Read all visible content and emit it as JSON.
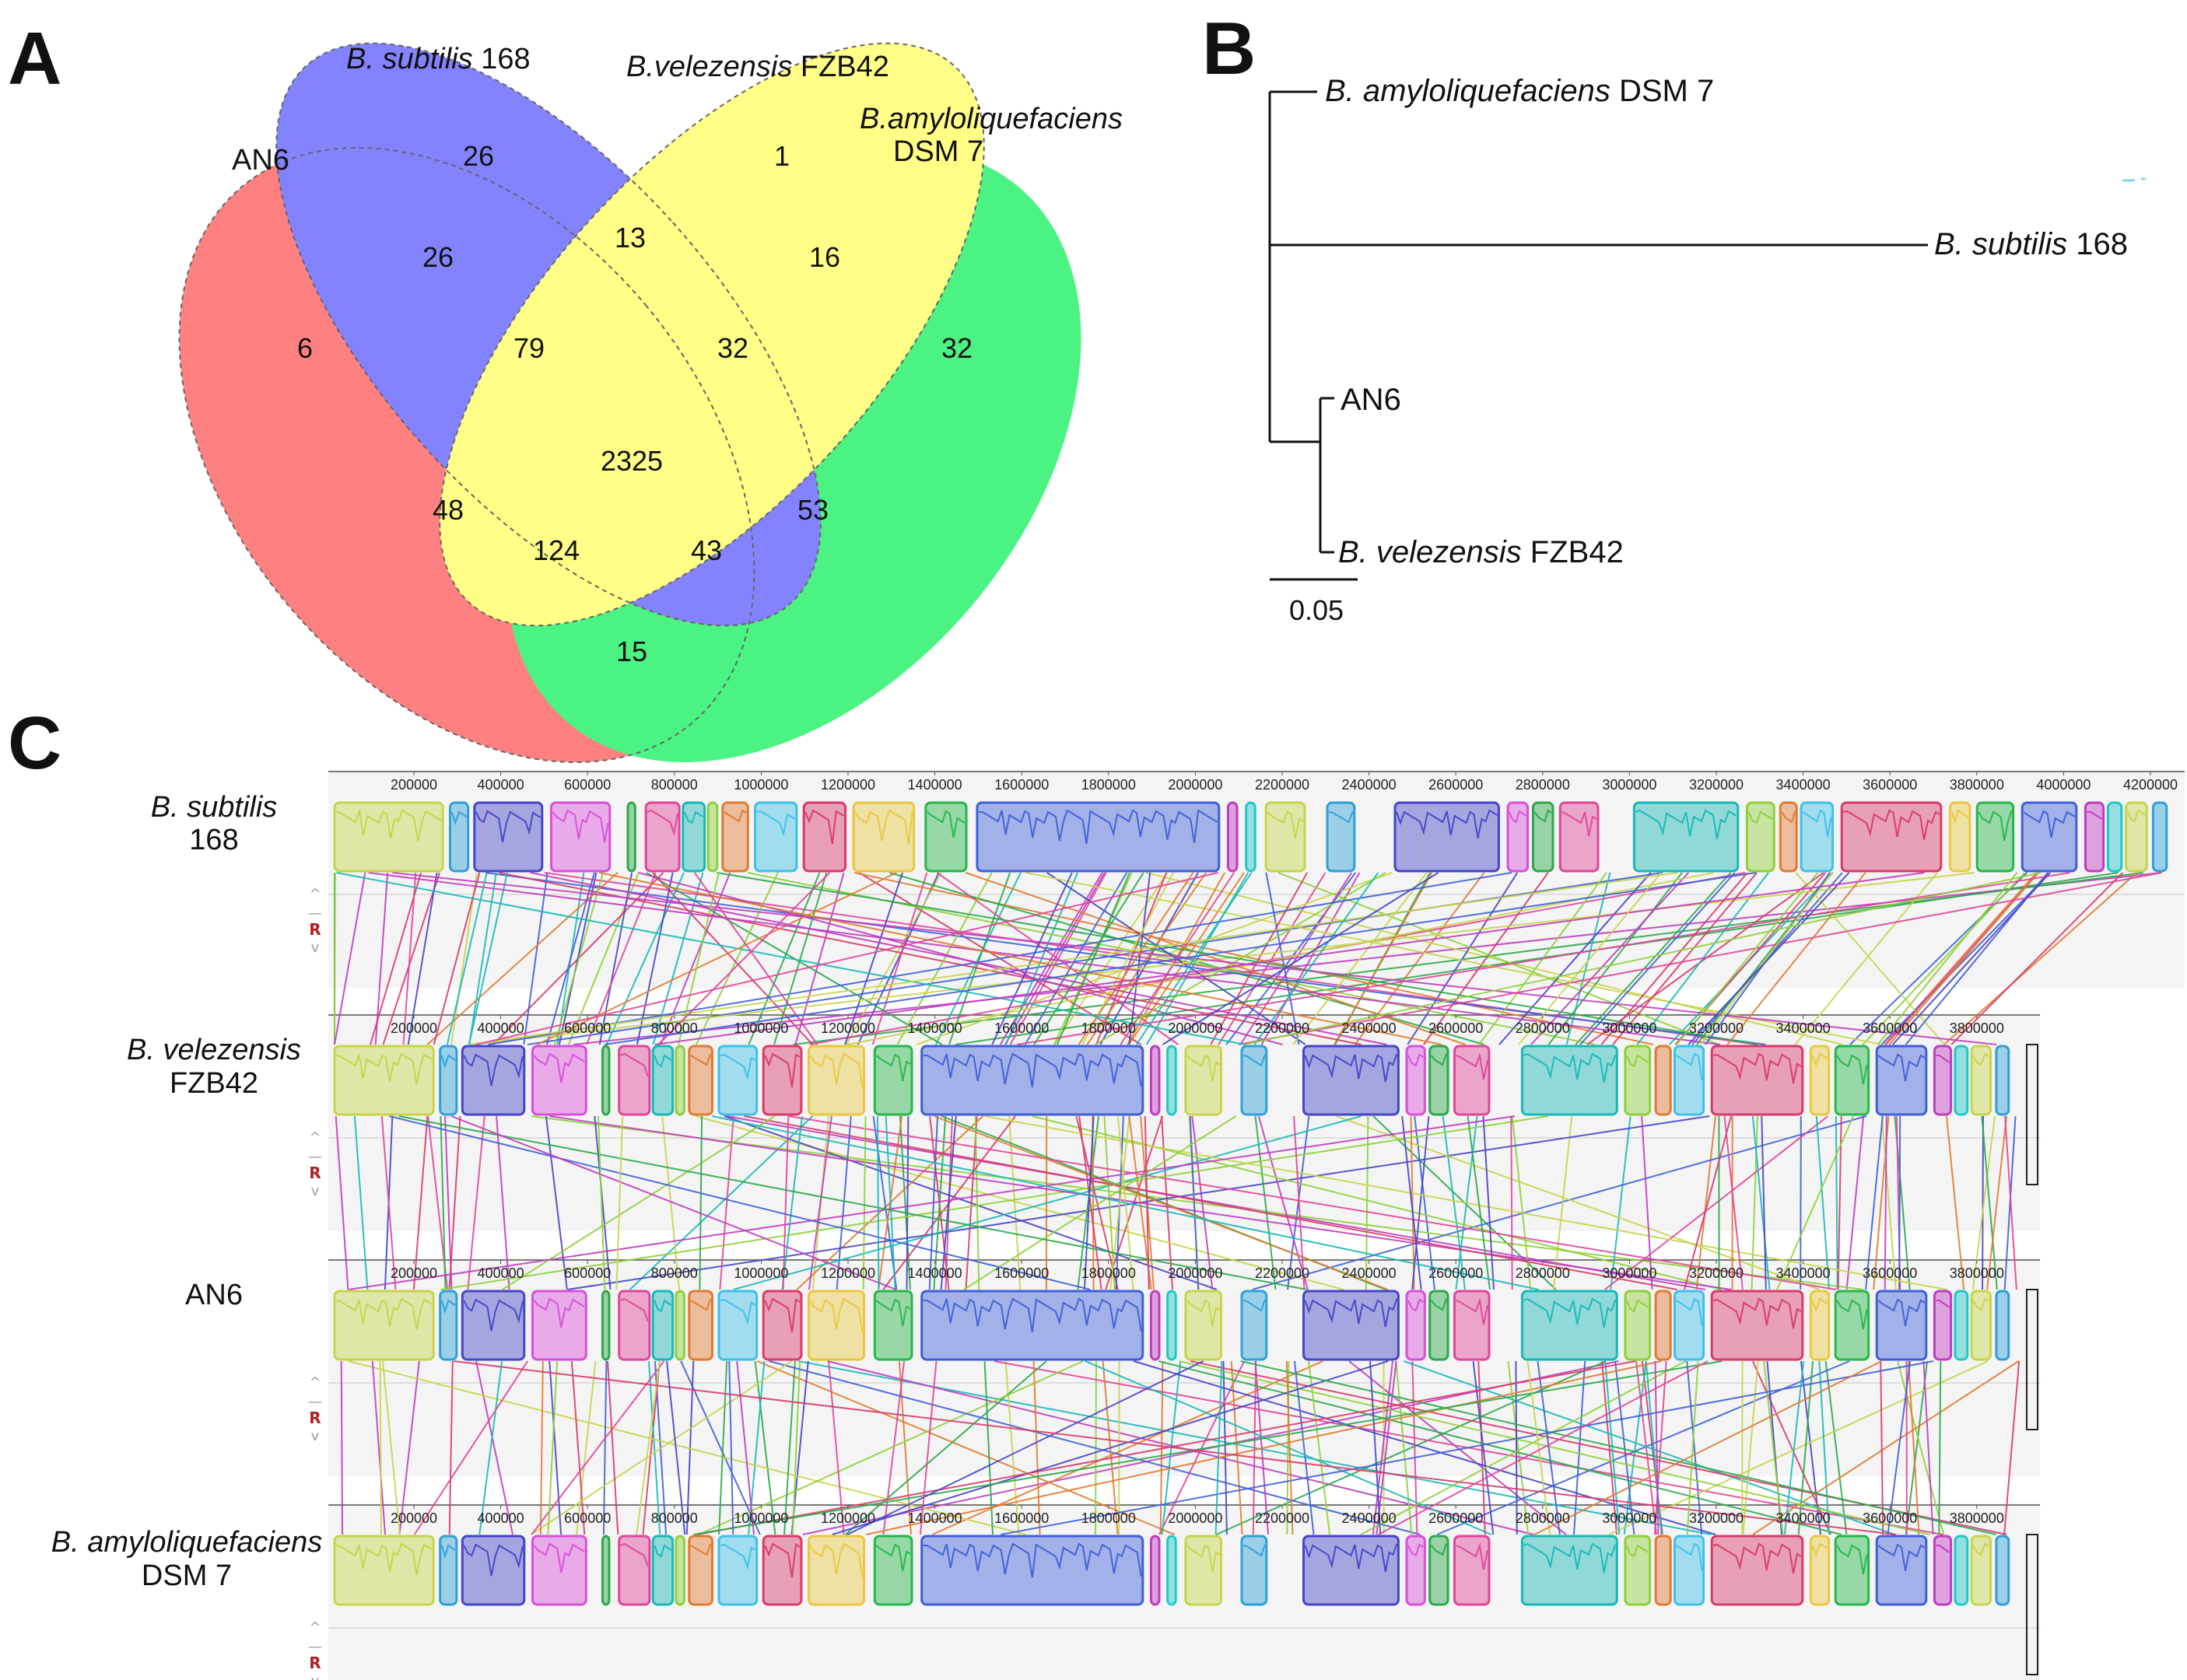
{
  "panels": {
    "a": "A",
    "b": "B",
    "c": "C"
  },
  "venn": {
    "set_labels": {
      "an6": "AN6",
      "subtilis_italic": "B. subtilis",
      "subtilis_strain": " 168",
      "velezensis_italic": "B.velezensis",
      "velezensis_strain": " FZB42",
      "amylo_italic": "B.amyloliquefaciens",
      "amylo_strain": "DSM 7"
    },
    "counts": {
      "an6_only": "6",
      "subtilis_only": "26",
      "velezensis_only": "1",
      "amylo_only": "32",
      "an6_subtilis": "26",
      "subtilis_velezensis": "13",
      "velezensis_amylo": "16",
      "an6_subtilis_velezensis": "79",
      "subtilis_velezensis_amylo": "32",
      "all": "2325",
      "an6_velezensis": "48",
      "subtilis_amylo": "53",
      "an6_velezensis_amylo": "124",
      "an6_subtilis_amylo": "43",
      "an6_amylo": "15"
    },
    "colors": {
      "an6": "#ff4b4b",
      "subtilis": "#4f4fff",
      "velezensis": "#ffff55",
      "amylo": "#00ee4f"
    }
  },
  "tree": {
    "taxa": {
      "amylo_italic": "B. amyloliquefaciens",
      "amylo_strain": " DSM 7",
      "subtilis_italic": "B. subtilis",
      "subtilis_strain": " 168",
      "an6": "AN6",
      "velezensis_italic": "B. velezensis",
      "velezensis_strain": " FZB42"
    },
    "scale_label": "0.05",
    "scale_value": 0.05
  },
  "alignment": {
    "genomes": [
      {
        "line1": "B. subtilis",
        "line2": "168",
        "italic": true
      },
      {
        "line1": "B. velezensis",
        "line2": "FZB42",
        "italic": true
      },
      {
        "line1": "AN6",
        "line2": "",
        "italic": false
      },
      {
        "line1": "B. amyloliquefaciens",
        "line2": "DSM 7",
        "italic": true
      }
    ],
    "ticks_subtilis": [
      "200000",
      "400000",
      "600000",
      "800000",
      "1000000",
      "1200000",
      "1400000",
      "1600000",
      "1800000",
      "2000000",
      "2200000",
      "2400000",
      "2600000",
      "2800000",
      "3000000",
      "3200000",
      "3400000",
      "3600000",
      "3800000",
      "4000000",
      "4200000"
    ],
    "ticks_other": [
      "200000",
      "400000",
      "600000",
      "800000",
      "1000000",
      "1200000",
      "1400000",
      "1600000",
      "1800000",
      "2000000",
      "2200000",
      "2400000",
      "2600000",
      "2800000",
      "3000000",
      "3200000",
      "3400000",
      "3600000",
      "3800000"
    ],
    "controls": {
      "up": "^",
      "minus": "—",
      "reverse": "R",
      "down": "v"
    }
  }
}
